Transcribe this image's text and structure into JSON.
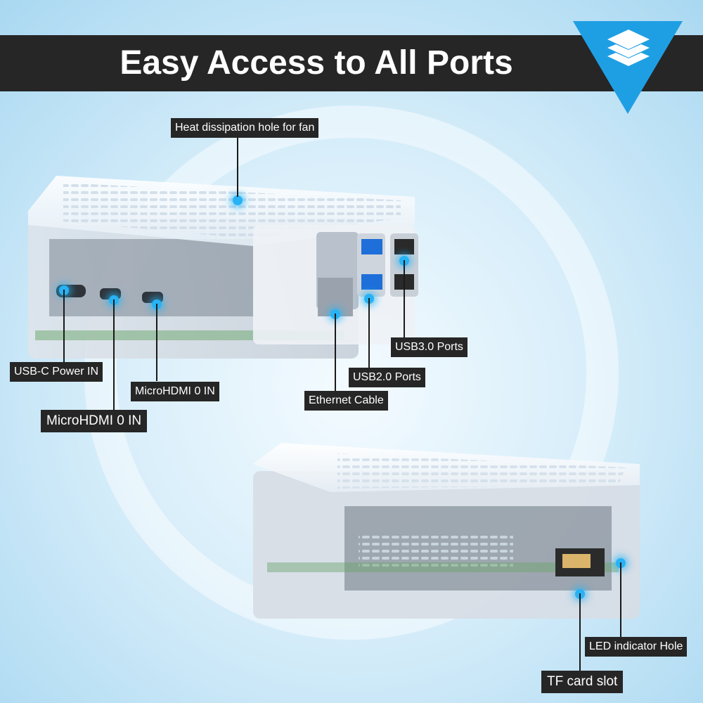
{
  "header": {
    "title": "Easy Access to All Ports",
    "icon": "layers-icon",
    "accent": "#1f9fe3"
  },
  "labels": {
    "fan": "Heat dissipation hole for fan",
    "usbc": "USB-C Power IN",
    "hdmi_a": "MicroHDMI 0 IN",
    "hdmi_b": "MicroHDMI 0 IN",
    "ethernet": "Ethernet Cable",
    "usb2": "USB2.0 Ports",
    "usb3": "USB3.0 Ports",
    "led": "LED indicator Hole",
    "tf": "TF card slot"
  },
  "colors": {
    "label_bg": "#262626",
    "highlight": "#27b3f5",
    "usb3_blue": "#1e6fd9"
  }
}
